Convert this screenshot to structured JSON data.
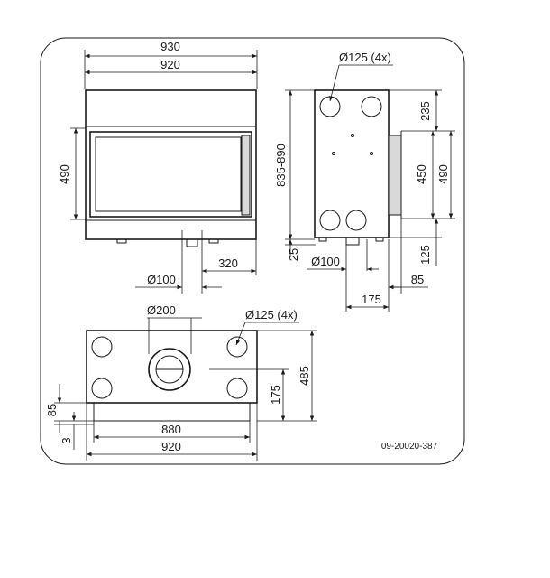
{
  "dimensions": {
    "front_width_outer": "930",
    "front_width_inner": "920",
    "front_height": "490",
    "front_offset_right": "320",
    "front_pipe_dia": "Ø100",
    "side_pipe_holes": "Ø125 (4x)",
    "side_height": "835-890",
    "side_top": "235",
    "side_inner": "450",
    "side_outer": "490",
    "side_bottom_left": "25",
    "side_bottom_right": "125",
    "side_pipe_dia": "Ø100",
    "side_right_offset": "85",
    "side_bottom_offset": "175",
    "top_flue_dia": "Ø200",
    "top_holes": "Ø125 (4x)",
    "top_depth_outer": "485",
    "top_depth_inner": "175",
    "top_left_85": "85",
    "top_left_3": "3",
    "top_width_inner": "880",
    "top_width_outer": "920"
  },
  "drawing_number": "09-20020-387"
}
